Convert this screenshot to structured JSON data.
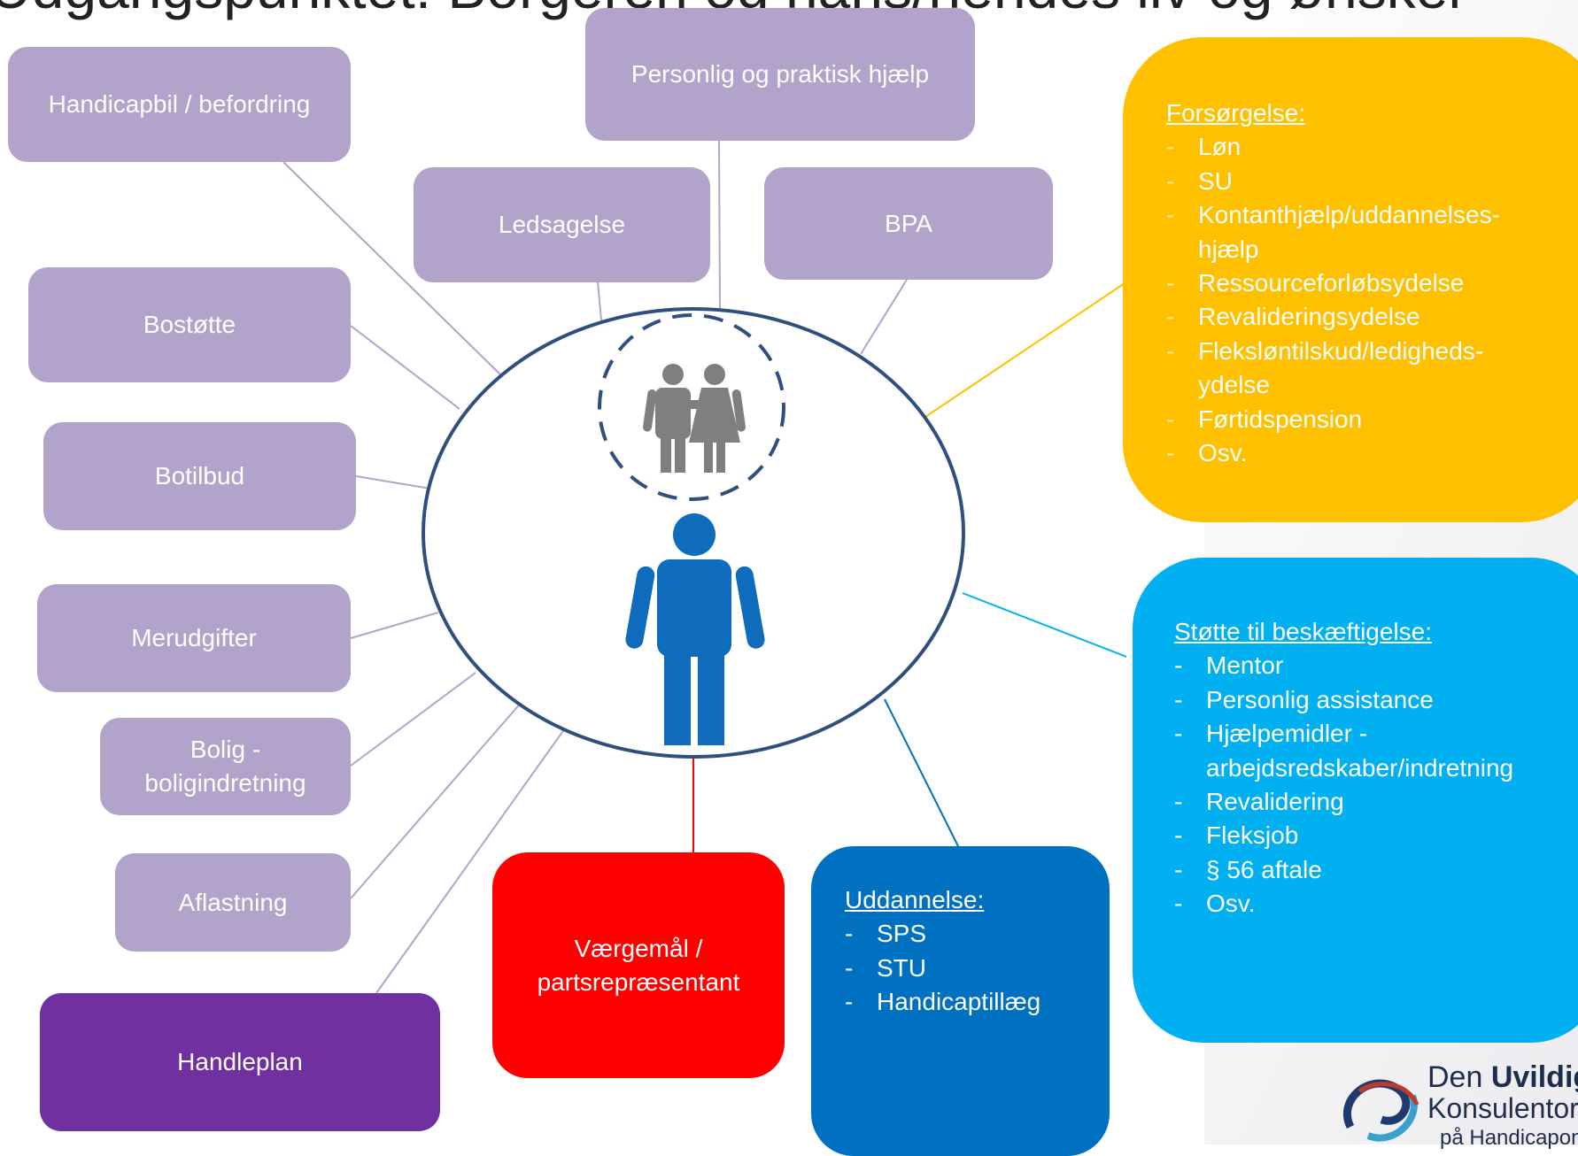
{
  "title": "Udgangspunktet: Borgeren og hans/hendes liv og ønsker",
  "boxes": {
    "personlig": "Personlig og praktisk hjælp",
    "handicapbil": "Handicapbil / befordring",
    "ledsagelse": "Ledsagelse",
    "bpa": "BPA",
    "bostotte": "Bostøtte",
    "botilbud": "Botilbud",
    "merudgifter": "Merudgifter",
    "bolig_line1": "Bolig -",
    "bolig_line2": "boligindretning",
    "aflastning": "Aflastning",
    "handleplan": "Handleplan",
    "vaergemaal_line1": "Værgemål /",
    "vaergemaal_line2": "partsrepræsentant"
  },
  "forsorgelse": {
    "heading": "Forsørgelse:",
    "items": [
      [
        "Løn"
      ],
      [
        "SU"
      ],
      [
        "Kontanthjælp/uddannelses-",
        "hjælp"
      ],
      [
        "Ressourceforløbsydelse"
      ],
      [
        "Revalideringsydelse"
      ],
      [
        "Fleksløntilskud/ledigheds-",
        "ydelse"
      ],
      [
        "Førtidspension"
      ],
      [
        "Osv."
      ]
    ]
  },
  "beskaeftigelse": {
    "heading": "Støtte til beskæftigelse:",
    "items": [
      [
        "Mentor"
      ],
      [
        "Personlig assistance"
      ],
      [
        "Hjælpemidler -",
        "arbejdsredskaber/indretning"
      ],
      [
        "Revalidering"
      ],
      [
        "Fleksjob"
      ],
      [
        "§ 56 aftale"
      ],
      [
        "Osv."
      ]
    ]
  },
  "uddannelse": {
    "heading": "Uddannelse:",
    "items": [
      [
        "SPS"
      ],
      [
        "STU"
      ],
      [
        "Handicaptillæg"
      ]
    ]
  },
  "logo": {
    "line1_a": "Den ",
    "line1_b": "Uvildige",
    "line2": "Konsulentordning",
    "line3": "på Handicapområdet"
  },
  "colors": {
    "lavender": "#b1a3c9",
    "yellow": "#ffc000",
    "cyan": "#00b0f0",
    "navy": "#0070c0",
    "red": "#ff0000",
    "purple": "#7030a0",
    "circle_stroke": "#2f4f7f",
    "person_blue": "#0f6cbd",
    "couple_gray": "#7f7f7f"
  },
  "icons": {
    "center_person": "person-icon",
    "family": "couple-icon"
  }
}
